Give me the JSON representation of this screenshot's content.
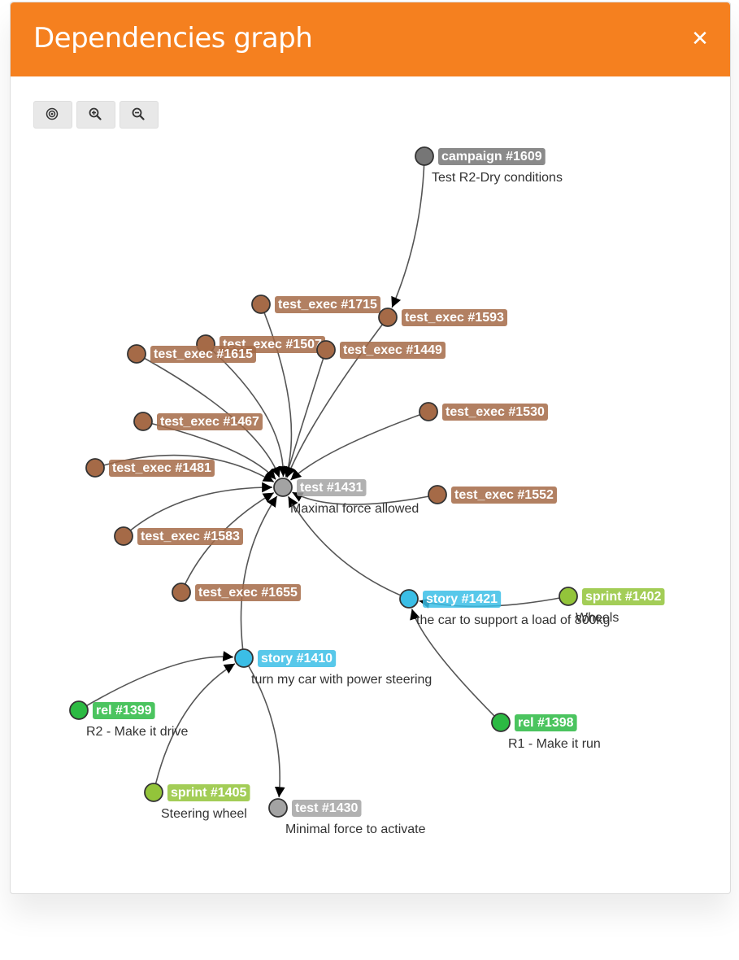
{
  "dialog": {
    "title": "Dependencies graph",
    "close_icon": "close-icon",
    "header_color": "#f5801f"
  },
  "toolbar": {
    "buttons": [
      {
        "name": "center-graph-button",
        "icon": "target-icon"
      },
      {
        "name": "zoom-in-button",
        "icon": "zoom-in-icon"
      },
      {
        "name": "zoom-out-button",
        "icon": "zoom-out-icon"
      }
    ]
  },
  "colors": {
    "campaign": "#767676",
    "test_exec": "#a56a47",
    "test": "#a3a3a3",
    "story": "#3bbee6",
    "sprint": "#93c43a",
    "rel": "#2cba43"
  },
  "nodes": [
    {
      "id": "campaign-1609",
      "type": "campaign",
      "label": "campaign #1609",
      "subtitle": "Test R2-Dry conditions"
    },
    {
      "id": "test-exec-1715",
      "type": "test_exec",
      "label": "test_exec #1715",
      "subtitle": ""
    },
    {
      "id": "test-exec-1593",
      "type": "test_exec",
      "label": "test_exec #1593",
      "subtitle": ""
    },
    {
      "id": "test-exec-1507",
      "type": "test_exec",
      "label": "test_exec #1507",
      "subtitle": ""
    },
    {
      "id": "test-exec-1449",
      "type": "test_exec",
      "label": "test_exec #1449",
      "subtitle": ""
    },
    {
      "id": "test-exec-1615",
      "type": "test_exec",
      "label": "test_exec #1615",
      "subtitle": ""
    },
    {
      "id": "test-exec-1467",
      "type": "test_exec",
      "label": "test_exec #1467",
      "subtitle": ""
    },
    {
      "id": "test-exec-1530",
      "type": "test_exec",
      "label": "test_exec #1530",
      "subtitle": ""
    },
    {
      "id": "test-exec-1481",
      "type": "test_exec",
      "label": "test_exec #1481",
      "subtitle": ""
    },
    {
      "id": "test-1431",
      "type": "test",
      "label": "test #1431",
      "subtitle": "Maximal force allowed"
    },
    {
      "id": "test-exec-1552",
      "type": "test_exec",
      "label": "test_exec #1552",
      "subtitle": ""
    },
    {
      "id": "test-exec-1583",
      "type": "test_exec",
      "label": "test_exec #1583",
      "subtitle": ""
    },
    {
      "id": "test-exec-1655",
      "type": "test_exec",
      "label": "test_exec #1655",
      "subtitle": ""
    },
    {
      "id": "story-1421",
      "type": "story",
      "label": "story #1421",
      "subtitle": "the car to support a load of 800kg"
    },
    {
      "id": "sprint-1402",
      "type": "sprint",
      "label": "sprint #1402",
      "subtitle": "Wheels"
    },
    {
      "id": "story-1410",
      "type": "story",
      "label": "story #1410",
      "subtitle": "turn my car with power steering"
    },
    {
      "id": "rel-1399",
      "type": "rel",
      "label": "rel #1399",
      "subtitle": "R2 - Make it drive"
    },
    {
      "id": "rel-1398",
      "type": "rel",
      "label": "rel #1398",
      "subtitle": "R1 - Make it run"
    },
    {
      "id": "sprint-1405",
      "type": "sprint",
      "label": "sprint #1405",
      "subtitle": "Steering wheel"
    },
    {
      "id": "test-1430",
      "type": "test",
      "label": "test #1430",
      "subtitle": "Minimal force to activate"
    }
  ],
  "edges": [
    {
      "from": "campaign-1609",
      "to": "test-exec-1593"
    },
    {
      "from": "test-exec-1715",
      "to": "test-1431"
    },
    {
      "from": "test-exec-1593",
      "to": "test-1431"
    },
    {
      "from": "test-exec-1507",
      "to": "test-1431"
    },
    {
      "from": "test-exec-1449",
      "to": "test-1431"
    },
    {
      "from": "test-exec-1615",
      "to": "test-1431"
    },
    {
      "from": "test-exec-1467",
      "to": "test-1431"
    },
    {
      "from": "test-exec-1530",
      "to": "test-1431"
    },
    {
      "from": "test-exec-1481",
      "to": "test-1431"
    },
    {
      "from": "test-exec-1552",
      "to": "test-1431"
    },
    {
      "from": "test-exec-1583",
      "to": "test-1431"
    },
    {
      "from": "test-exec-1655",
      "to": "test-1431"
    },
    {
      "from": "story-1421",
      "to": "test-1431"
    },
    {
      "from": "story-1410",
      "to": "test-1431"
    },
    {
      "from": "sprint-1402",
      "to": "story-1421"
    },
    {
      "from": "rel-1398",
      "to": "story-1421"
    },
    {
      "from": "rel-1399",
      "to": "story-1410"
    },
    {
      "from": "sprint-1405",
      "to": "story-1410"
    },
    {
      "from": "story-1410",
      "to": "test-1430"
    }
  ]
}
